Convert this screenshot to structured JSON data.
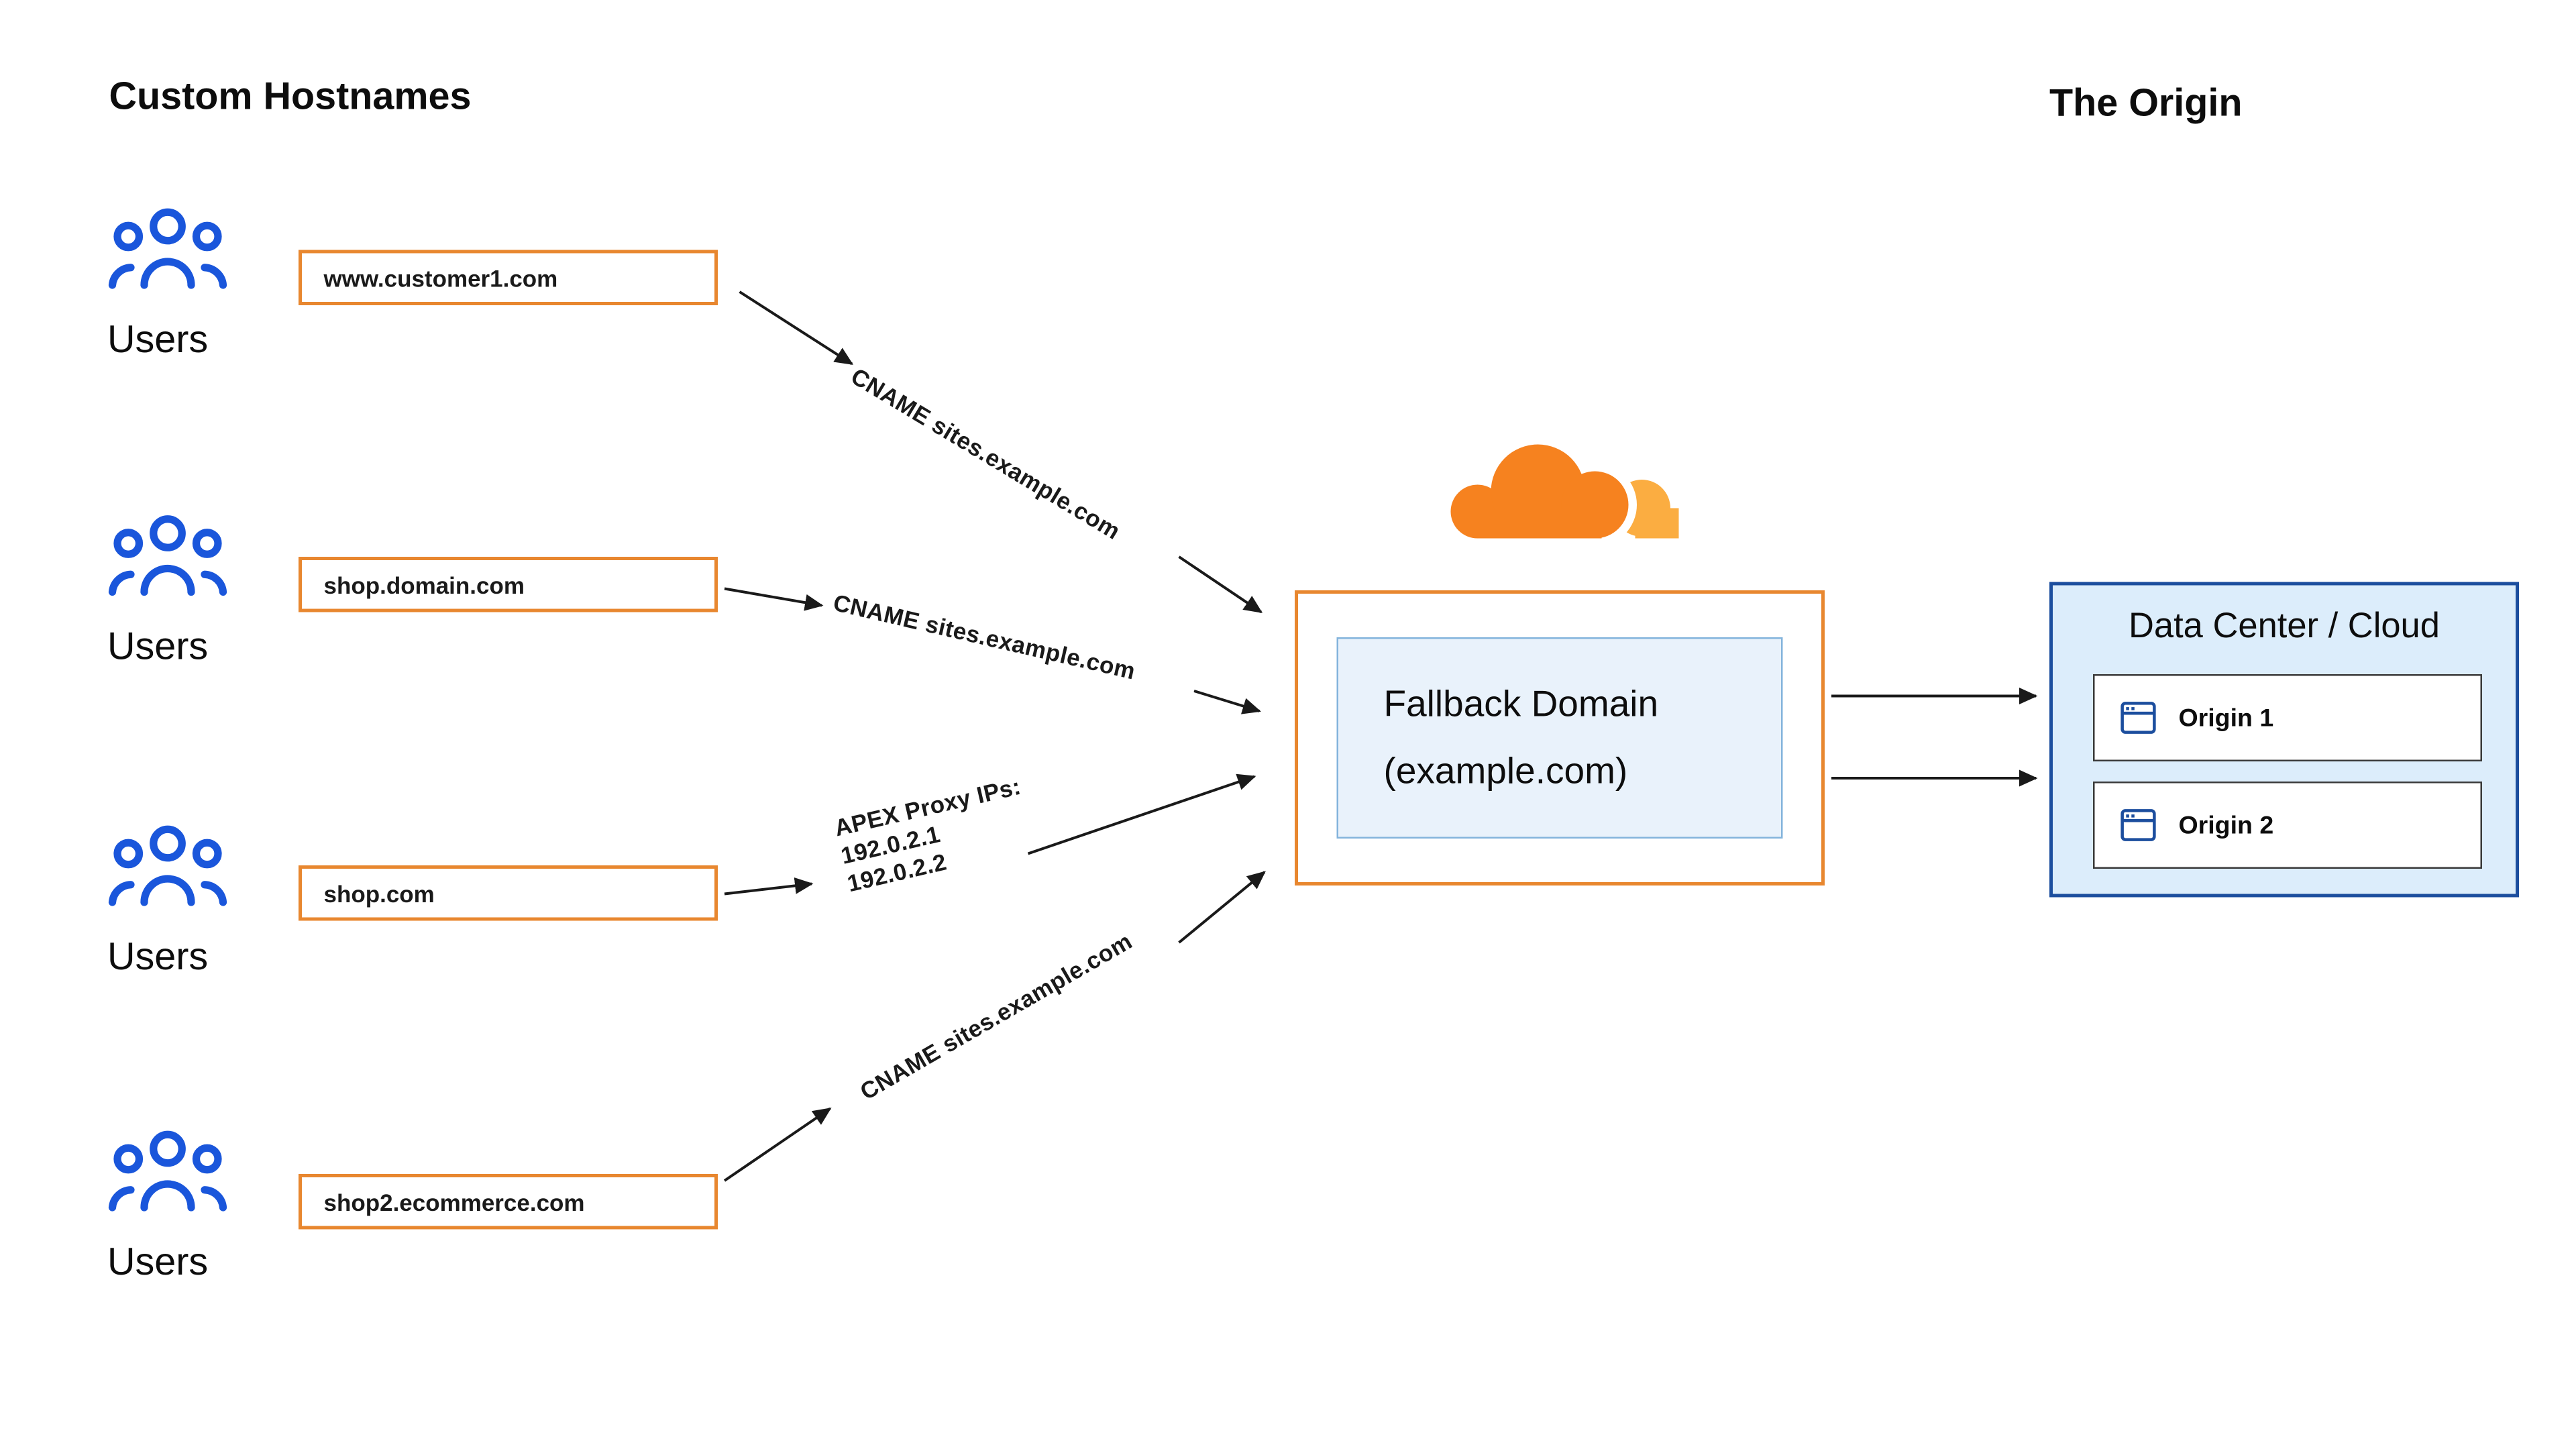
{
  "titles": {
    "custom_hostnames": "Custom Hostnames",
    "the_origin": "The Origin"
  },
  "users_label": "Users",
  "hostnames": [
    "www.customer1.com",
    "shop.domain.com",
    "shop.com",
    "shop2.ecommerce.com"
  ],
  "arrow_labels": {
    "cname_top": "CNAME sites.example.com",
    "cname_mid": "CNAME sites.example.com",
    "apex_line1": "APEX Proxy IPs:",
    "apex_line2": "192.0.2.1",
    "apex_line3": "192.0.2.2",
    "cname_bottom": "CNAME sites.example.com"
  },
  "fallback_domain": {
    "line1": "Fallback Domain",
    "line2": "(example.com)"
  },
  "origin_panel": {
    "title": "Data Center / Cloud",
    "items": [
      "Origin 1",
      "Origin 2"
    ]
  },
  "colors": {
    "orange_border": "#E8872F",
    "cloudflare_orange": "#F6821F",
    "cloudflare_light_orange": "#FBAD41",
    "users_blue": "#1A56DB",
    "datacenter_border": "#1C4E9E",
    "datacenter_bg": "#DCEDFB",
    "fallback_bg": "#E9F2FB",
    "arrow_color": "#1A1A1A"
  }
}
